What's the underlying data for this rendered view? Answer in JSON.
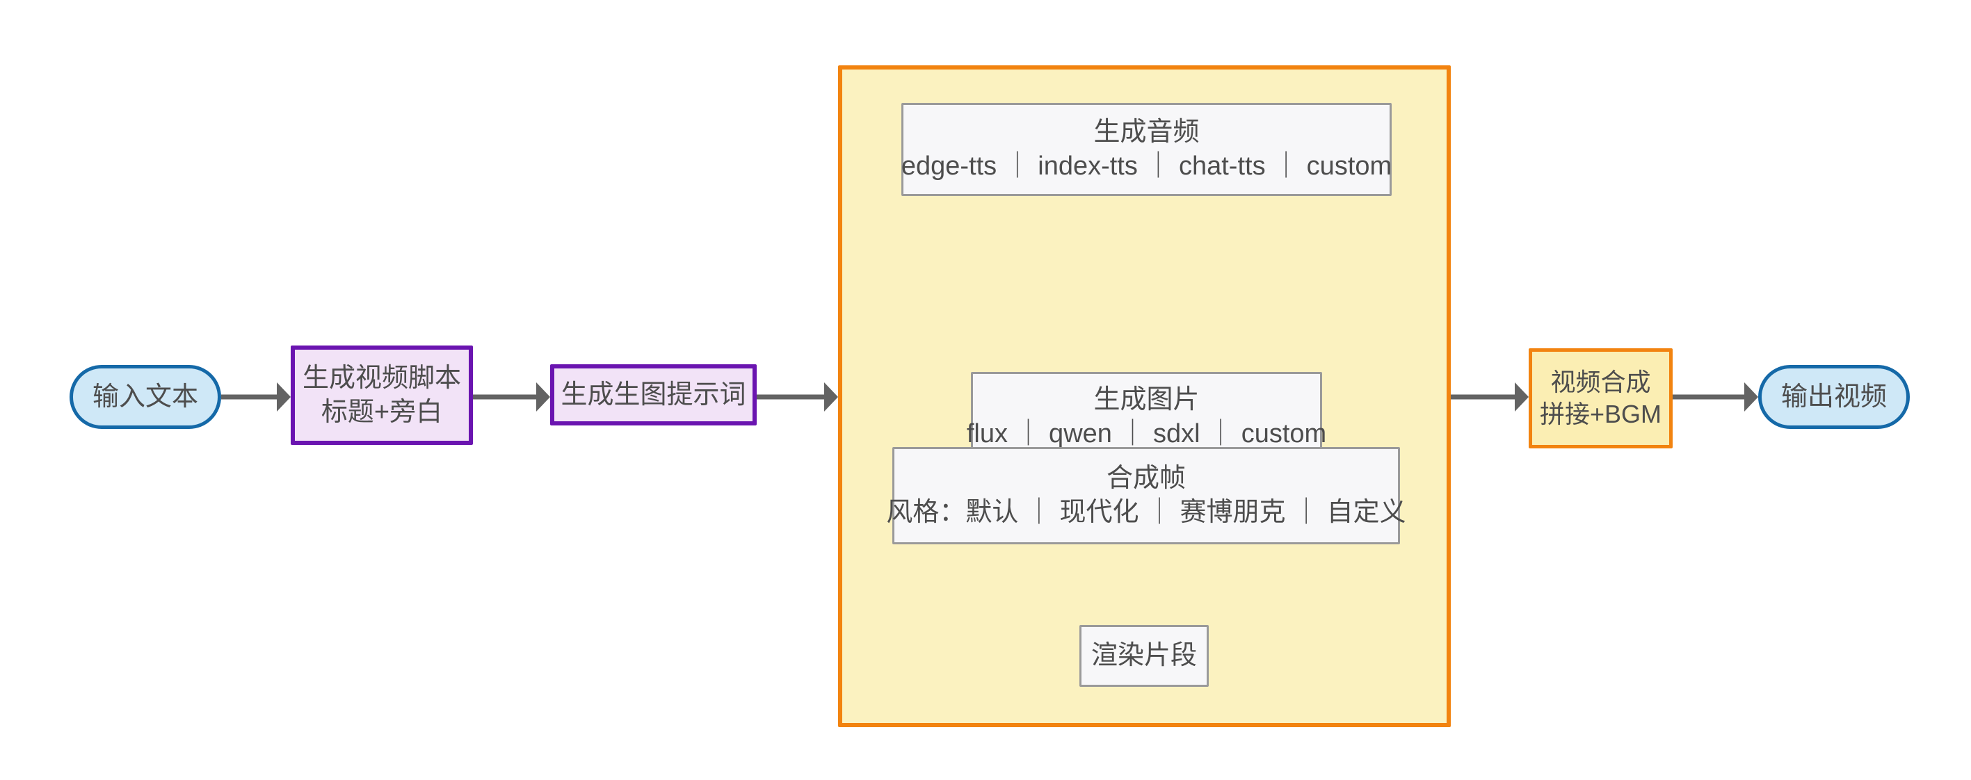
{
  "diagram": {
    "type": "flowchart",
    "direction": "left-to-right",
    "title": "AI 视频生成流程图",
    "colors": {
      "stadium_fill": "#cfe8f7",
      "stadium_border": "#1569a8",
      "purple_fill": "#f2e3f7",
      "purple_border": "#6a14b0",
      "orange_fill": "#fbeeb3",
      "orange_border": "#f2830f",
      "plain_fill": "#f7f7f9",
      "plain_border": "#9a9a9a",
      "subgraph_fill": "#fbf2c0",
      "subgraph_border": "#f2830f",
      "edge": "#636363",
      "text": "#4d4d4d",
      "background": "#ffffff"
    }
  },
  "nodes": {
    "input_text": {
      "shape": "stadium",
      "lines": [
        "输入文本"
      ]
    },
    "script_gen": {
      "shape": "rect-purple",
      "lines": [
        "生成视频脚本",
        "标题+旁白"
      ]
    },
    "prompt_gen": {
      "shape": "rect-purple",
      "lines": [
        "生成生图提示词"
      ]
    },
    "audio_gen": {
      "shape": "rect-plain",
      "lines": [
        "生成音频",
        "edge-tts ｜ index-tts ｜ chat-tts ｜ custom"
      ],
      "options": [
        "edge-tts",
        "index-tts",
        "chat-tts",
        "custom"
      ]
    },
    "image_gen": {
      "shape": "rect-plain",
      "lines": [
        "生成图片",
        "flux ｜ qwen ｜ sdxl ｜ custom"
      ],
      "options": [
        "flux",
        "qwen",
        "sdxl",
        "custom"
      ]
    },
    "frame_compose": {
      "shape": "rect-plain",
      "lines": [
        "合成帧",
        "风格：默认 ｜ 现代化 ｜ 赛博朋克 ｜ 自定义"
      ],
      "options": [
        "默认",
        "现代化",
        "赛博朋克",
        "自定义"
      ]
    },
    "render_clip": {
      "shape": "rect-plain",
      "lines": [
        "渲染片段"
      ]
    },
    "video_merge": {
      "shape": "rect-orange",
      "lines": [
        "视频合成",
        "拼接+BGM"
      ]
    },
    "output_video": {
      "shape": "stadium",
      "lines": [
        "输出视频"
      ]
    }
  },
  "subgraph": {
    "label": "",
    "members": [
      "audio_gen",
      "image_gen",
      "frame_compose",
      "render_clip"
    ]
  },
  "edges": [
    {
      "from": "input_text",
      "to": "script_gen",
      "label": ""
    },
    {
      "from": "script_gen",
      "to": "prompt_gen",
      "label": ""
    },
    {
      "from": "prompt_gen",
      "to": "subgraph",
      "label": ""
    },
    {
      "from": "audio_gen",
      "to": "image_gen",
      "label": ""
    },
    {
      "from": "image_gen",
      "to": "frame_compose",
      "label": ""
    },
    {
      "from": "frame_compose",
      "to": "render_clip",
      "label": ""
    },
    {
      "from": "subgraph",
      "to": "video_merge",
      "label": ""
    },
    {
      "from": "video_merge",
      "to": "output_video",
      "label": ""
    }
  ]
}
